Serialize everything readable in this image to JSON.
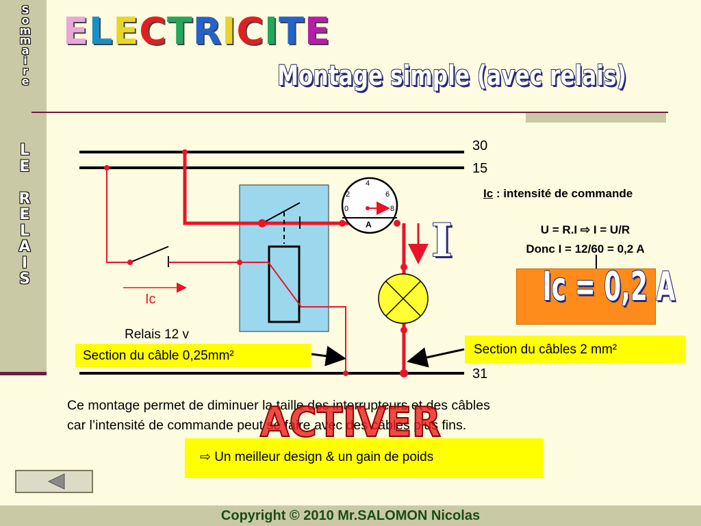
{
  "sidebar": {
    "sommaire_letters": [
      "S",
      "o",
      "m",
      "m",
      "a",
      "i",
      "r",
      "e"
    ],
    "chapter_letters": [
      "L",
      "E",
      "",
      "R",
      "E",
      "L",
      "A",
      "I",
      "S"
    ]
  },
  "header": {
    "title_letters": [
      {
        "ch": "E",
        "color": "#e6a9d6"
      },
      {
        "ch": "L",
        "color": "#1a8fc7"
      },
      {
        "ch": "E",
        "color": "#e8d52a"
      },
      {
        "ch": "C",
        "color": "#e02020"
      },
      {
        "ch": "T",
        "color": "#23a85a"
      },
      {
        "ch": "R",
        "color": "#2563c9"
      },
      {
        "ch": "I",
        "color": "#e8d52a"
      },
      {
        "ch": "C",
        "color": "#e02020"
      },
      {
        "ch": "I",
        "color": "#23a85a"
      },
      {
        "ch": "T",
        "color": "#2563c9"
      },
      {
        "ch": "E",
        "color": "#b41fa8"
      }
    ],
    "subtitle": "Montage simple (avec relais)"
  },
  "diagram": {
    "rail_labels": {
      "r30": "30",
      "r15": "15",
      "r31": "31"
    },
    "meter": {
      "scale": [
        "4",
        "2",
        "6",
        "0",
        "8"
      ],
      "unit": "A"
    },
    "ic_arrow_label": "Ic",
    "relay_label": "Relais 12 v",
    "big_current_symbol": "I",
    "colors": {
      "wire_red": "#e8142a",
      "relay_fill": "#9bd8ee",
      "lamp_fill": "#ffff33",
      "rail": "#000000"
    }
  },
  "info": {
    "ic_def_term": "Ic",
    "ic_def_rest": " : intensité de commande",
    "formula_line1": "U = R.I ⇨ I = U/R",
    "formula_line2": "Donc I = 12/60 = 0,2 A",
    "ic_result": "Ic = 0,2 A"
  },
  "callouts": {
    "thin_cable": "Section du câble 0,25mm²",
    "thick_cable": "Section du câbles 2 mm²"
  },
  "body": {
    "paragraph_line1": "Ce montage permet de diminuer la taille des interrupteurs et des câbles",
    "paragraph_line2": "car l’intensité de commande peut se faire avec des câbles plus fins.",
    "benefit": "⇨ Un meilleur design & un gain de poids",
    "overlay_word": "ACTIVER"
  },
  "footer": {
    "copyright": "Copyright © 2010 Mr.SALOMON Nicolas"
  }
}
